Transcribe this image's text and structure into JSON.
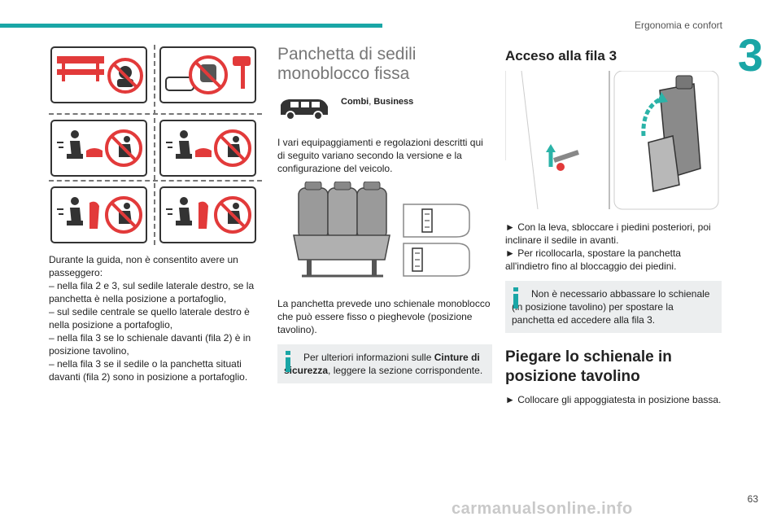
{
  "header": {
    "section_title": "Ergonomia e confort",
    "chapter": "3",
    "page_number": "63",
    "accent_color": "#1aa6a6"
  },
  "watermark": "carmanualsonline.info",
  "col1": {
    "paragraph": [
      "Durante la guida, non è consentito avere un passeggero:",
      "–  nella fila 2 e 3, sul sedile laterale destro, se la panchetta è nella posizione a portafoglio,",
      "–  sul sedile centrale se quello laterale destro è nella posizione a portafoglio,",
      "–  nella fila 3 se lo schienale davanti (fila 2) è in posizione tavolino,",
      "–  nella fila 3 se il sedile o la panchetta situati davanti (fila 2) sono in posizione a portafoglio."
    ]
  },
  "col2": {
    "heading_line1": "Panchetta di sedili",
    "heading_line2": "monoblocco fissa",
    "versions_a": "Combi",
    "versions_sep": ", ",
    "versions_b": "Business",
    "intro": "I vari equipaggiamenti e regolazioni descritti qui di seguito variano secondo la versione e la configurazione del veicolo.",
    "bench_text": "La panchetta prevede uno schienale monoblocco che può essere fisso o pieghevole (posizione tavolino).",
    "info_pre": "Per ulteriori informazioni sulle ",
    "info_bold": "Cinture di sicurezza",
    "info_post": ", leggere la sezione corrispondente."
  },
  "col3": {
    "heading": "Acceso alla fila 3",
    "step1": "►  Con la leva, sbloccare i piedini posteriori, poi inclinare il sedile in avanti.",
    "step2": "►  Per ricollocarla, spostare la panchetta all'indietro fino al bloccaggio dei piedini.",
    "info": "Non è necessario abbassare lo schienale (in posizione tavolino) per spostare la panchetta ed accedere alla fila 3.",
    "heading2_line1": "Piegare lo schienale in",
    "heading2_line2": "posizione tavolino",
    "step3": "►  Collocare gli appoggiatesta in posizione bassa."
  }
}
